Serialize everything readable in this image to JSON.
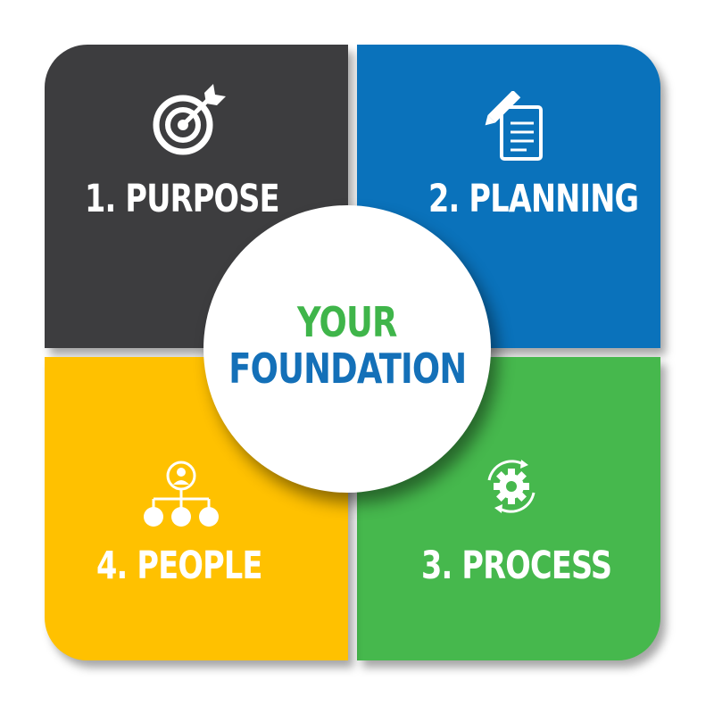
{
  "colors": {
    "purpose": "#3d3d3f",
    "planning": "#0a72bb",
    "process": "#46b84d",
    "people": "#ffc100",
    "center_top": "#3fb54a",
    "center_bottom": "#1470b8"
  },
  "quadrants": [
    {
      "label": "1. PURPOSE",
      "icon": "target-arrow-icon"
    },
    {
      "label": "2. PLANNING",
      "icon": "clipboard-pencil-icon"
    },
    {
      "label": "3. PROCESS",
      "icon": "gear-cycle-icon"
    },
    {
      "label": "4. PEOPLE",
      "icon": "org-chart-person-icon"
    }
  ],
  "center": {
    "line1": "YOUR",
    "line2": "FOUNDATION"
  }
}
